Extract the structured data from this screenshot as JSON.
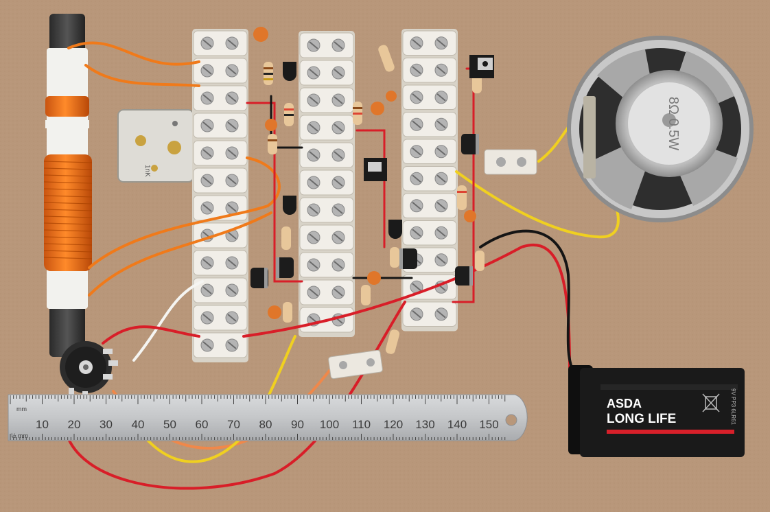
{
  "ruler": {
    "unit_top": "mm",
    "unit_bottom": "½ mm",
    "numbers": [
      "10",
      "20",
      "30",
      "40",
      "50",
      "60",
      "70",
      "80",
      "90",
      "100",
      "110",
      "120",
      "130",
      "140",
      "150"
    ]
  },
  "battery": {
    "brand": "ASDA",
    "model": "LONG LIFE",
    "side_text": "9V PP3 6LR61"
  },
  "speaker": {
    "marking": "8Ω 0.5W"
  },
  "capacitor": {
    "marking": "1nK"
  },
  "colors": {
    "cardboard": "#b8977a",
    "wire_orange": "#f07a1a",
    "wire_red": "#d81e28",
    "wire_yellow": "#f0d020",
    "wire_black": "#151515",
    "terminal_white": "#ece8e0",
    "battery_black": "#1a1a1a",
    "battery_red": "#d8202a",
    "ruler_steel": "#c9cbcd"
  },
  "icons": [
    "ferrite-rod-icon",
    "variable-capacitor-icon",
    "potentiometer-icon",
    "speaker-icon",
    "battery-icon",
    "ruler-icon"
  ]
}
